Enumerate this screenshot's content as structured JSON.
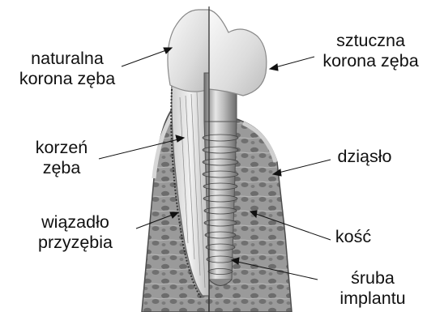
{
  "labels": {
    "natural_crown": {
      "line1": "naturalna",
      "line2": "korona zęba"
    },
    "artificial_crown": {
      "line1": "sztuczna",
      "line2": "korona zęba"
    },
    "root": {
      "line1": "korzeń",
      "line2": "zęba"
    },
    "gum": {
      "line1": "dziąsło"
    },
    "ligament": {
      "line1": "wiązadło",
      "line2": "przyzębia"
    },
    "bone": {
      "line1": "kość"
    },
    "screw": {
      "line1": "śruba",
      "line2": "implantu"
    }
  },
  "colors": {
    "enamel": "#e9e9e9",
    "bone_fill": "#8e8e8e",
    "bone_dark": "#5b5b5b",
    "gum_fill": "#a9a9a9",
    "metal_light": "#e2e2e2",
    "metal_dark": "#7a7a7a",
    "leader": "#111111"
  }
}
